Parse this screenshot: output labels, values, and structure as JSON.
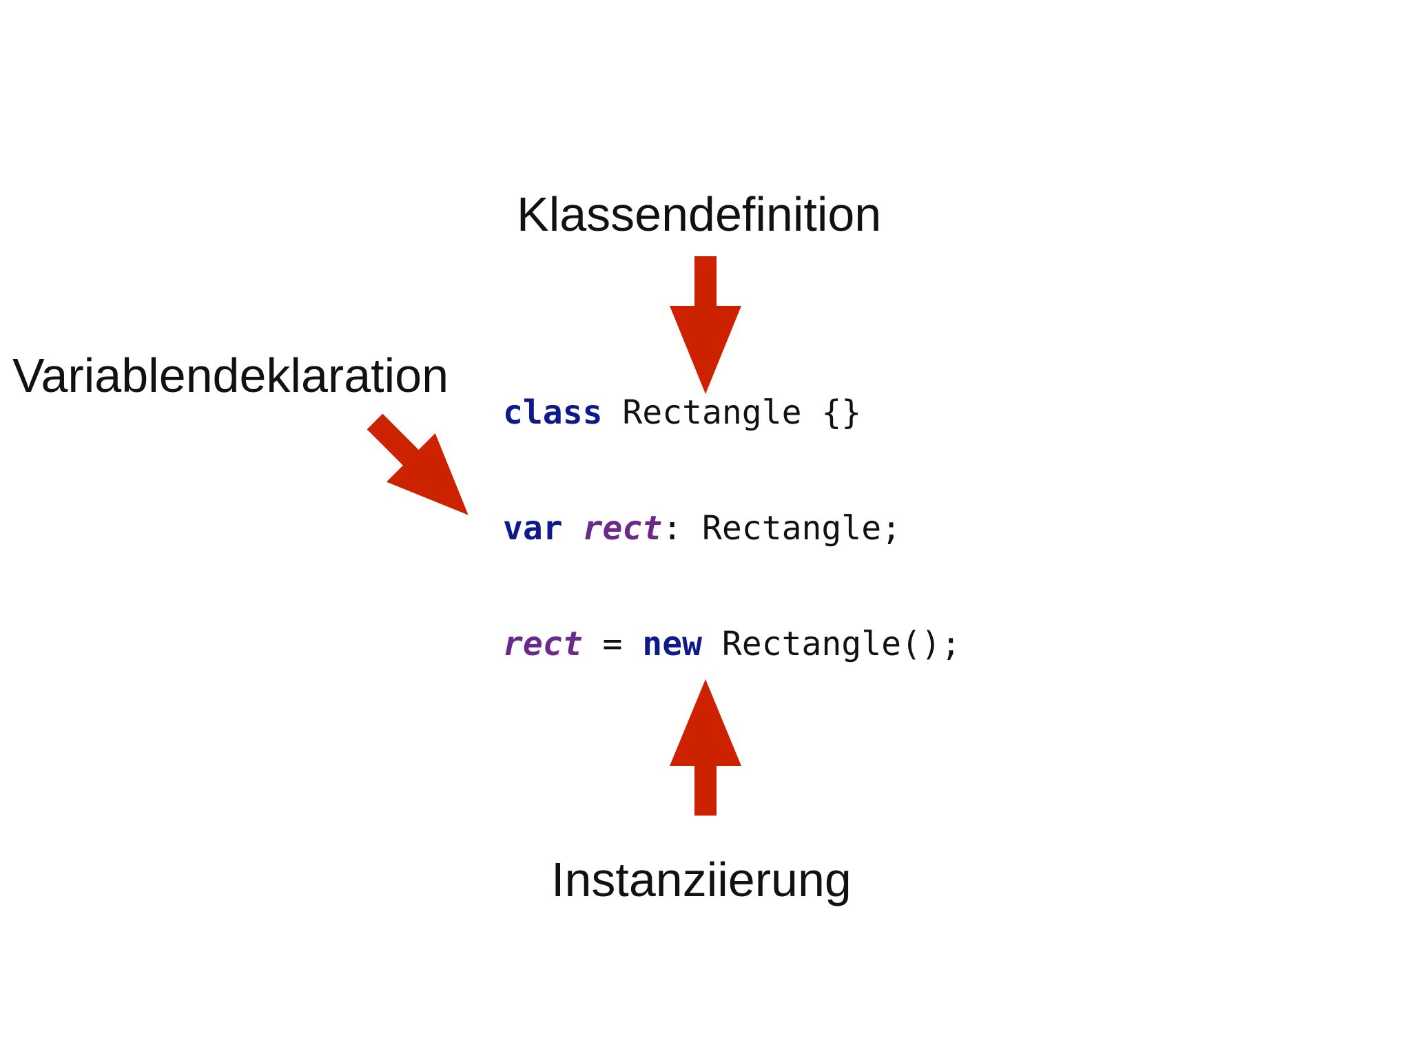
{
  "labels": {
    "class_definition": "Klassendefinition",
    "variable_declaration": "Variablendeklaration",
    "instantiation": "Instanziierung"
  },
  "code": {
    "line1": {
      "keyword": "class",
      "rest": " Rectangle {}"
    },
    "line2": {
      "keyword": "var",
      "space": " ",
      "variable": "rect",
      "rest": ": Rectangle;"
    },
    "line3": {
      "variable": "rect",
      "middle": " = ",
      "keyword": "new",
      "rest": " Rectangle();"
    }
  },
  "colors": {
    "arrow": "#cc2200",
    "keyword": "#0e1a8c",
    "variable": "#6b2a8a",
    "text": "#111111"
  },
  "icons": {
    "arrow_down": "arrow-down-icon",
    "arrow_diagonal": "arrow-down-right-icon",
    "arrow_up": "arrow-up-icon"
  }
}
